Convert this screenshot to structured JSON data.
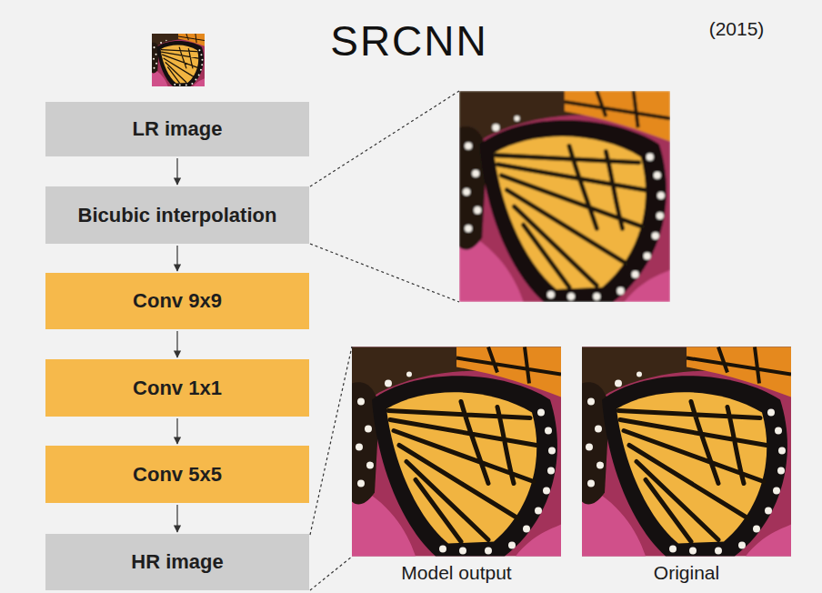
{
  "diagram": {
    "title": "SRCNN",
    "nodes": [
      {
        "text": [
          "LR image"
        ]
      },
      {
        "text": [
          "Bicubic interpolation"
        ]
      },
      {
        "text": [
          "Conv 9x9"
        ]
      },
      {
        "text": [
          "Conv 1x1"
        ]
      },
      {
        "text": [
          "Conv 5x5"
        ]
      },
      {
        "text": [
          "HR image"
        ]
      }
    ],
    "edges": [
      {
        "from": 0,
        "to": 1,
        "arrow": "to"
      },
      {
        "from": 1,
        "to": 2,
        "arrow": "to"
      },
      {
        "from": 2,
        "to": 3,
        "arrow": "to"
      },
      {
        "from": 3,
        "to": 4,
        "arrow": "to"
      },
      {
        "from": 4,
        "to": 5,
        "arrow": "to"
      }
    ],
    "labels": [
      "(2015)",
      "Model output",
      "Original"
    ]
  }
}
